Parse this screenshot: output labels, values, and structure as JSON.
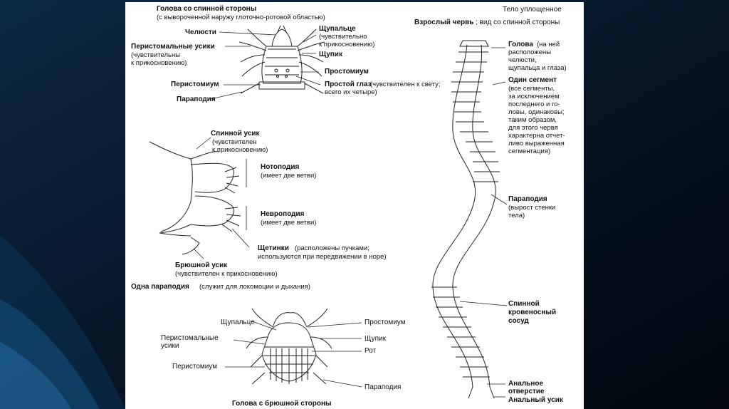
{
  "head_dorsal": {
    "title": "Голова со спинной стороны",
    "subtitle": "(с вывороченной наружу глоточно-ротовой областью)",
    "jaws": "Челюсти",
    "peristomial_cirri_title": "Перистомальные усики",
    "peristomial_cirri_note1": "(чувствительны",
    "peristomial_cirri_note2": "к прикосновению)",
    "peristomium": "Перистомиум",
    "parapodium": "Параподия",
    "tentacle_title": "Щупальце",
    "tentacle_note1": "(чувствительно",
    "tentacle_note2": "к прикосновению)",
    "palp": "Щупик",
    "prostomium": "Простомиум",
    "eye_title": "Простой глаз",
    "eye_note1": "(чувствителен к свету;",
    "eye_note2": "всего их четыре)"
  },
  "parapodium": {
    "dorsal_cirrus_title": "Спинной усик",
    "dorsal_cirrus_note1": "(чувствителен",
    "dorsal_cirrus_note2": "к прикосновению)",
    "notopodium_title": "Нотоподия",
    "notopodium_note": "(имеет две ветви)",
    "neuropodium_title": "Невроподия",
    "neuropodium_note": "(имеет две ветви)",
    "chaetae_title": "Щетинки",
    "chaetae_note1": "(расположены пучками;",
    "chaetae_note2": "используются при передвижении в норе)",
    "ventral_cirrus_title": "Брюшной усик",
    "ventral_cirrus_note": "(чувствителен к прикосновению)",
    "caption_bold": "Одна параподия",
    "caption_note": "(служит для локомоции и дыхания)"
  },
  "head_ventral": {
    "tentacle": "Щупальце",
    "peristomial_cirri_1": "Перистомальные",
    "peristomial_cirri_2": "усики",
    "peristomium": "Перистомиум",
    "prostomium": "Простомиум",
    "palp": "Щупик",
    "mouth": "Рот",
    "parapodium": "Параподия",
    "caption": "Голова с брюшной стороны"
  },
  "adult_worm": {
    "body_note": "Тело уплощенное",
    "title_bold": "Взрослый червь",
    "title_note": "; вид со спинной стороны",
    "head_title": "Голова",
    "head_note1": "(на ней",
    "head_note2": "расположены",
    "head_note3": "челюсти,",
    "head_note4": "щупальца и глаза)",
    "segment_title": "Один сегмент",
    "segment_note": [
      "(все сегменты,",
      "за исключением",
      "последнего и го-",
      "ловы, одинаковы;",
      "таким образом,",
      "для этого червя",
      "характерна отчет-",
      "ливо выраженная",
      "сегментация)"
    ],
    "parapodium_title": "Параподия",
    "parapodium_note1": "(вырост стенки",
    "parapodium_note2": "тела)",
    "vessel_1": "Спинной",
    "vessel_2": "кровеносный",
    "vessel_3": "сосуд",
    "anus_1": "Анальное",
    "anus_2": "отверстие",
    "anal_cirrus": "Анальный усик"
  }
}
